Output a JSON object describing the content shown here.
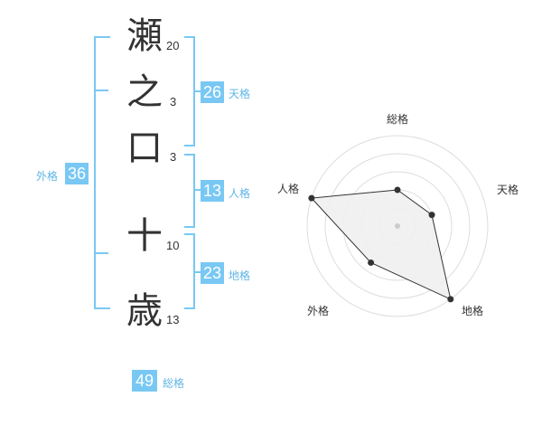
{
  "name_chars": [
    {
      "char": "瀬",
      "strokes": "20"
    },
    {
      "char": "之",
      "strokes": "3"
    },
    {
      "char": "口",
      "strokes": "3"
    },
    {
      "char": "十",
      "strokes": "10"
    },
    {
      "char": "歳",
      "strokes": "13"
    }
  ],
  "fortunes": {
    "tenkaku": {
      "label": "天格",
      "value": "26"
    },
    "jinkaku": {
      "label": "人格",
      "value": "13"
    },
    "chikaku": {
      "label": "地格",
      "value": "23"
    },
    "gaikaku": {
      "label": "外格",
      "value": "36"
    },
    "soukaku": {
      "label": "総格",
      "value": "49"
    }
  },
  "colors": {
    "accent": "#79c8f4",
    "text": "#333333",
    "radar_fill": "#f0f0f0"
  },
  "chart_data": {
    "type": "radar",
    "axes": [
      "総格",
      "天格",
      "地格",
      "外格",
      "人格"
    ],
    "values": [
      2,
      2,
      5,
      2.5,
      5
    ],
    "max": 5,
    "rings": 5
  }
}
